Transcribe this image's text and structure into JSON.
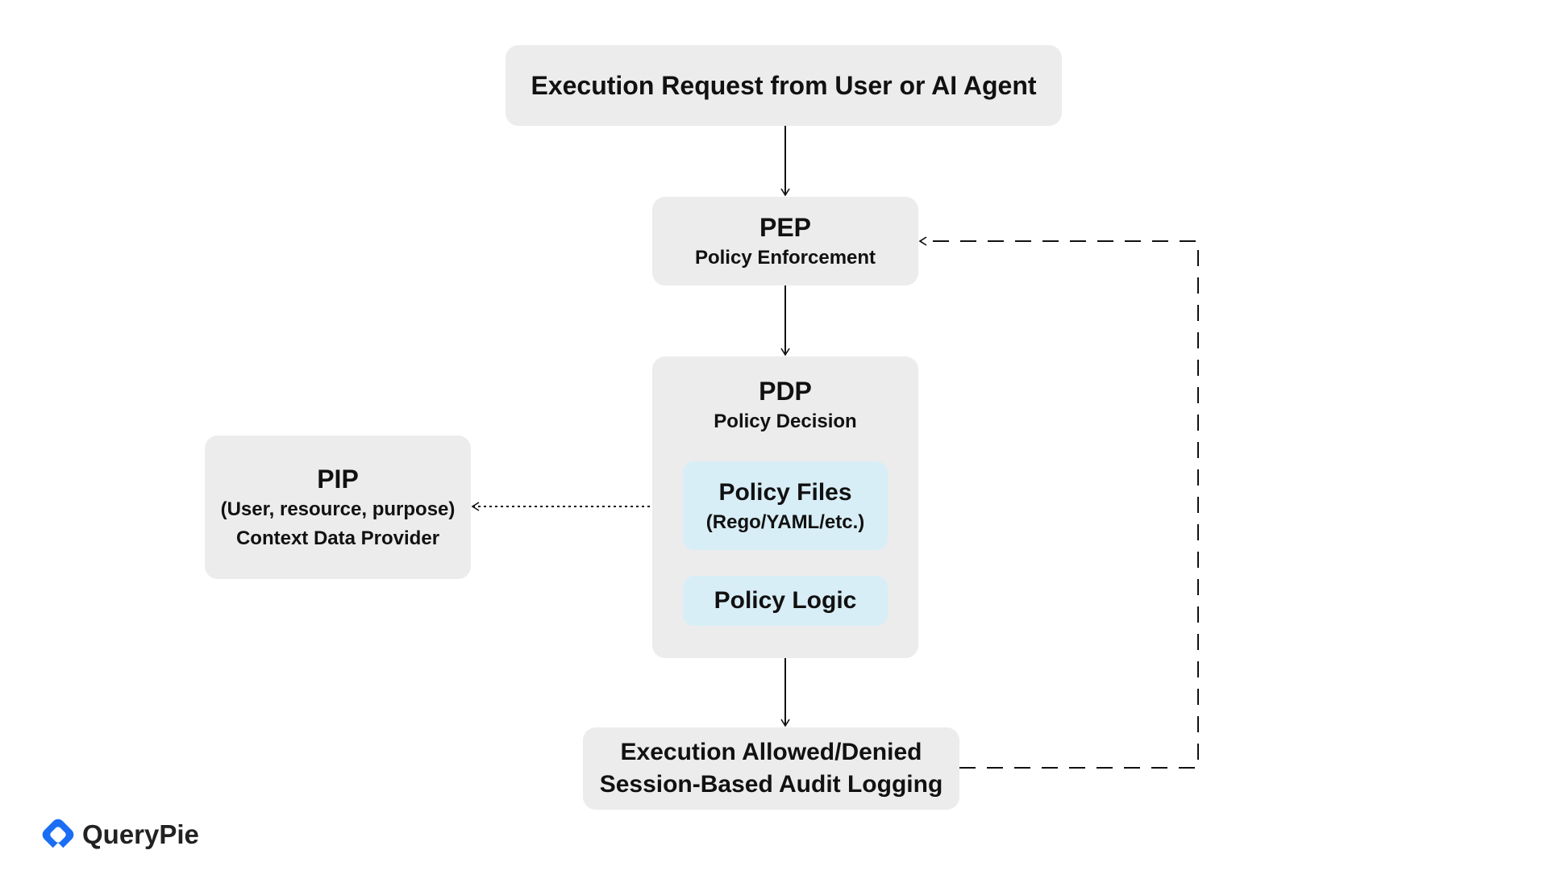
{
  "request": {
    "label": "Execution Request from User or AI Agent"
  },
  "pep": {
    "title": "PEP",
    "subtitle": "Policy Enforcement"
  },
  "pdp": {
    "title": "PDP",
    "subtitle": "Policy Decision",
    "policy_files": {
      "title": "Policy Files",
      "subtitle": "(Rego/YAML/etc.)"
    },
    "policy_logic": {
      "title": "Policy Logic"
    }
  },
  "pip": {
    "title": "PIP",
    "line1": "(User, resource, purpose)",
    "line2": "Context Data Provider"
  },
  "result": {
    "line1": "Execution Allowed/Denied",
    "line2": "Session-Based Audit Logging"
  },
  "brand": {
    "name": "QueryPie",
    "icon": "querypie-logo-icon",
    "color": "#1b6ef3"
  },
  "colors": {
    "box": "#ececec",
    "inner_box": "#d8eef6",
    "text": "#111111"
  }
}
